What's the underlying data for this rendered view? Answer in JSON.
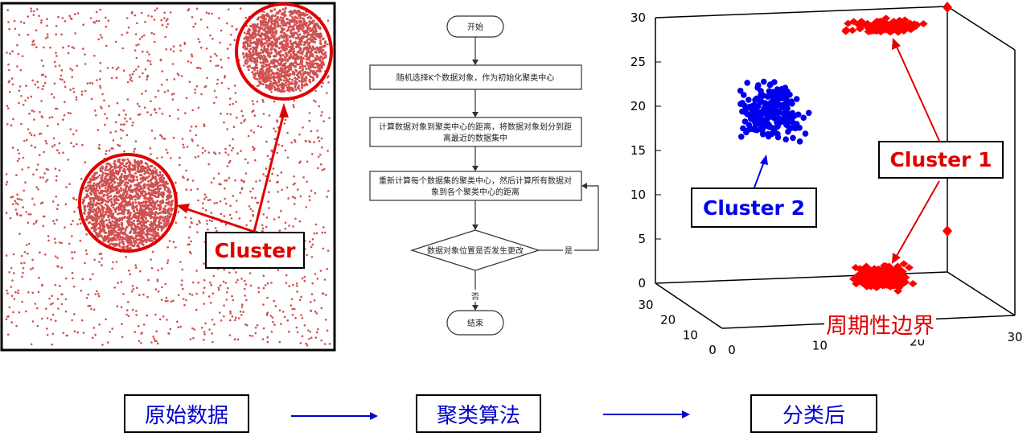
{
  "colors": {
    "data_point": "#d05050",
    "cluster_ring": "#e00000",
    "cluster1": "#ff0000",
    "cluster2": "#0000ee",
    "caption_text": "#0000cc",
    "arrow_blue": "#0000cc"
  },
  "left_panel": {
    "callout_label": "Cluster"
  },
  "flowchart": {
    "start": "开始",
    "step1": "随机选择K个数据对象，作为初始化聚类中心",
    "step2_line1": "计算数据对象到聚类中心的距离，将数据对象划分到距",
    "step2_line2": "离最近的数据集中",
    "step3_line1": "重新计算每个数据集的聚类中心，然后计算所有数据对",
    "step3_line2": "象到各个聚类中心的距离",
    "decision": "数据对象位置是否发生更改",
    "yes_label": "是",
    "no_label": "否",
    "end": "结束"
  },
  "right_panel": {
    "z_ticks": [
      "30",
      "25",
      "20",
      "15",
      "10",
      "5",
      "0"
    ],
    "y_ticks": [
      "30",
      "20",
      "10",
      "0"
    ],
    "x_ticks": [
      "0",
      "10",
      "20",
      "30"
    ],
    "cluster1_label": "Cluster 1",
    "cluster2_label": "Cluster 2",
    "boundary_label": "周期性边界"
  },
  "captions": {
    "raw_data": "原始数据",
    "algorithm": "聚类算法",
    "classified": "分类后"
  }
}
